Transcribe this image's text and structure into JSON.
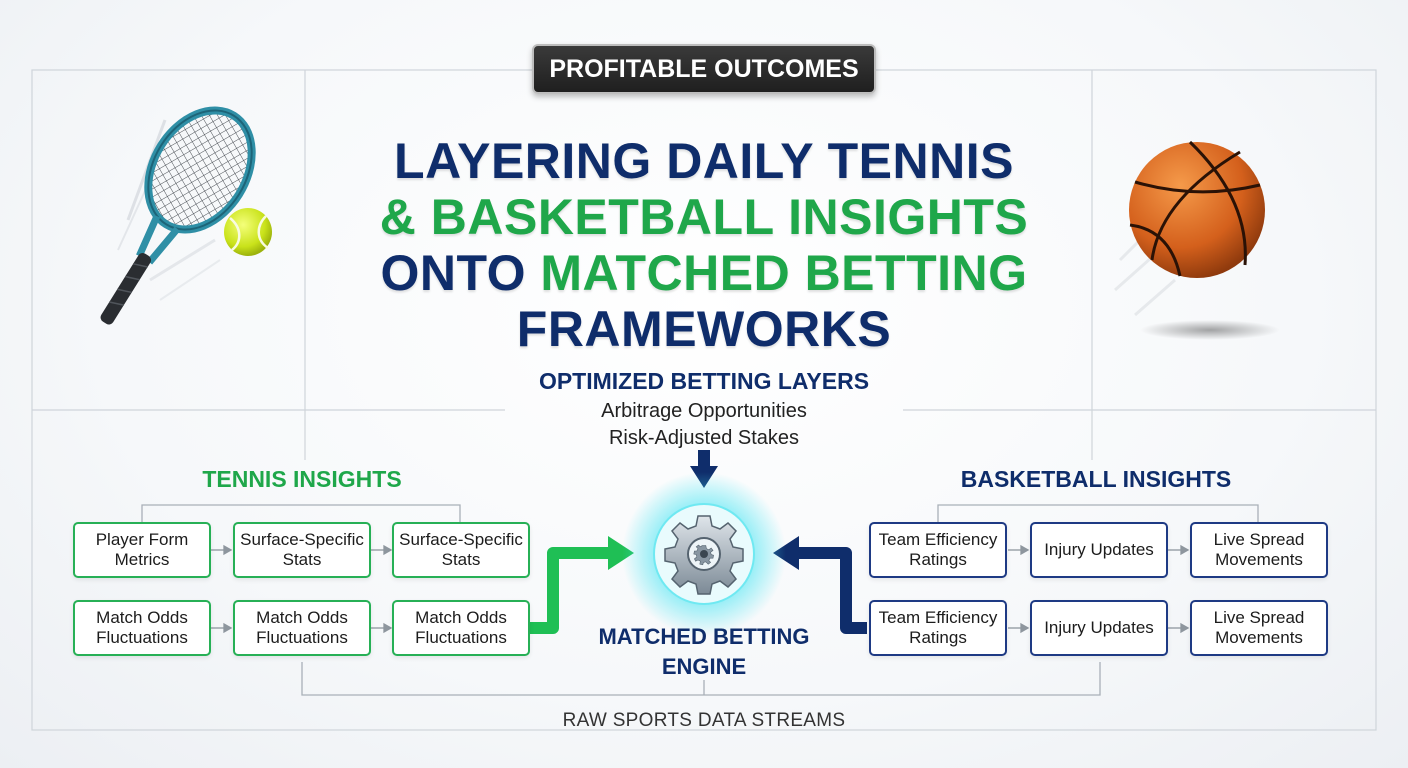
{
  "badge": "PROFITABLE OUTCOMES",
  "title": {
    "line1": "LAYERING DAILY TENNIS",
    "line2": "& BASKETBALL INSIGHTS",
    "line3_a": "ONTO ",
    "line3_b": "MATCHED BETTING",
    "line4": "FRAMEWORKS"
  },
  "layers": {
    "title": "OPTIMIZED BETTING LAYERS",
    "items": [
      "Arbitrage Opportunities",
      "Risk-Adjusted Stakes"
    ]
  },
  "tennis": {
    "title": "TENNIS INSIGHTS",
    "row1": [
      "Player Form Metrics",
      "Surface-Specific Stats",
      "Surface-Specific Stats"
    ],
    "row2": [
      "Match Odds Fluctuations",
      "Match Odds Fluctuations",
      "Match Odds Fluctuations"
    ]
  },
  "basketball": {
    "title": "BASKETBALL INSIGHTS",
    "row1": [
      "Team Efficiency Ratings",
      "Injury Updates",
      "Live Spread Movements"
    ],
    "row2": [
      "Team Efficiency Ratings",
      "Injury Updates",
      "Live Spread Movements"
    ]
  },
  "engine": {
    "label_line1": "MATCHED BETTING",
    "label_line2": "ENGINE",
    "icon": "gear-icon"
  },
  "raw_label": "RAW SPORTS DATA STREAMS",
  "icons": {
    "tennis": "tennis-racket-icon",
    "basketball": "basketball-icon"
  },
  "colors": {
    "navy": "#0f2d6b",
    "green": "#1fa74a",
    "glow": "#3fe3f0",
    "badge_bg": "#2a2a2a"
  }
}
